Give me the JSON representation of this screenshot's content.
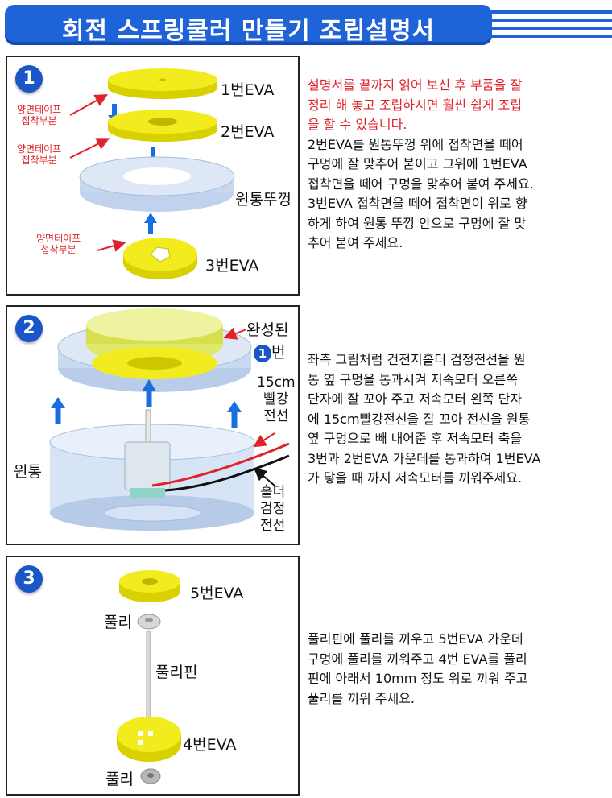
{
  "header": {
    "title": "회전 스프링쿨러 만들기 조립설명서"
  },
  "step1": {
    "number": "1",
    "labels": {
      "eva1": "1번EVA",
      "eva2": "2번EVA",
      "lid": "원통뚜껑",
      "eva3": "3번EVA"
    },
    "tape_lines": [
      "양면테이프",
      "접착부분"
    ],
    "instructions_red": [
      "설명서를 끝까지 읽어 보신 후 부품을 잘",
      "정리 해 놓고 조립하시면 훨씬 쉽게 조립",
      "을 할 수 있습니다."
    ],
    "instructions": [
      "2번EVA를 원통뚜껑 위에 접착면을 떼어",
      "구멍에 잘 맞추어 붙이고 그위에 1번EVA",
      "접착면을 떼어 구멍을 맞추어 붙여 주세요.",
      "3번EVA 접착면을 떼어 접착면이 위로 향",
      "하게 하여 원통 뚜껑 안으로 구멍에 잘 맞",
      "추어 붙여 주세요."
    ]
  },
  "step2": {
    "number": "2",
    "labels": {
      "completed": "완성된",
      "completed_num": "1",
      "completed_suffix": "번",
      "red_wire": [
        "15cm",
        "빨강",
        "전선"
      ],
      "cylinder": "원통",
      "black_wire": [
        "홀더",
        "검정",
        "전선"
      ]
    },
    "instructions": [
      "좌측 그림처럼 건전지홀더 검정전선을 원",
      "통 옆 구멍을 통과시켜 저속모터 오른쪽",
      "단자에 잘 꼬아 주고 저속모터 왼쪽 단자",
      "에 15cm빨강전선을 잘 꼬아 전선을 원통",
      "옆 구멍으로 빼 내어준 후 저속모터 축을",
      "3번과 2번EVA 가운데를 통과하여 1번EVA",
      "가 닿을 때 까지 저속모터를 끼워주세요."
    ]
  },
  "step3": {
    "number": "3",
    "labels": {
      "eva5": "5번EVA",
      "pulley_top": "풀리",
      "pin": "풀리핀",
      "eva4": "4번EVA",
      "pulley_bottom": "풀리"
    },
    "instructions": [
      "풀리핀에 풀리를 끼우고 5번EVA 가운데",
      "구멍에 풀리를 끼워주고 4번 EVA를 풀리",
      "핀에 아래서 10mm 정도 위로 끼워 주고",
      "풀리를 끼워 주세요."
    ]
  },
  "colors": {
    "header": "#1f63d8",
    "eva": "#f2ec1f",
    "accent_red": "#e0232a",
    "badge": "#1a56c8"
  }
}
